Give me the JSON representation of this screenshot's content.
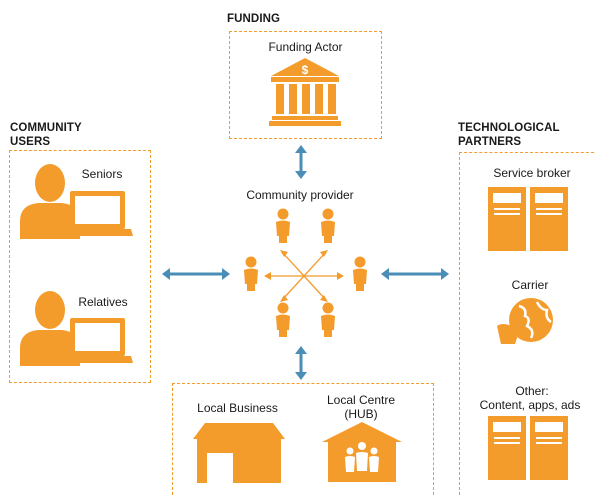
{
  "sections": {
    "funding": {
      "title": "FUNDING",
      "actor_label": "Funding Actor"
    },
    "community_users": {
      "title_line1": "COMMUNITY",
      "title_line2": "USERS",
      "seniors_label": "Seniors",
      "relatives_label": "Relatives"
    },
    "technological_partners": {
      "title_line1": "TECHNOLOGICAL",
      "title_line2": "PARTNERS",
      "service_broker_label": "Service broker",
      "carrier_label": "Carrier",
      "other_line1": "Other:",
      "other_line2": "Content, apps, ads"
    },
    "center": {
      "provider_label": "Community provider"
    },
    "local": {
      "business_label": "Local Business",
      "centre_line1": "Local Centre",
      "centre_line2": "(HUB)"
    }
  },
  "colors": {
    "accent": "#f39c2c",
    "arrow": "#4a8db7",
    "funding_symbol": "$"
  },
  "icons": [
    "bank-icon",
    "user-laptop-icon",
    "person-icon",
    "server-icon",
    "globe-hand-icon",
    "shop-icon",
    "group-house-icon",
    "double-arrow-icon"
  ]
}
